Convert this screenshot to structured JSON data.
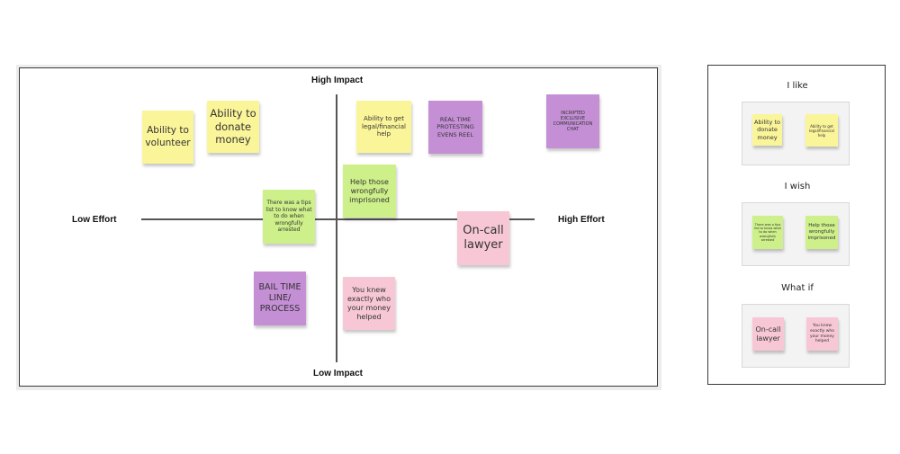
{
  "matrix": {
    "axis_labels": {
      "top": "High Impact",
      "bottom": "Low Impact",
      "left": "Low Effort",
      "right": "High Effort"
    },
    "notes": [
      {
        "id": "ability-to-volunteer",
        "text": "Ability to volunteer",
        "color": "yellow"
      },
      {
        "id": "ability-to-donate-money",
        "text": "Ability to donate money",
        "color": "yellow"
      },
      {
        "id": "ability-legal-help",
        "text": "Ability to get legal/financial help",
        "color": "yellow"
      },
      {
        "id": "real-time-protesting",
        "text": "REAL TIME PROTESTING EVENS REEL",
        "color": "purple"
      },
      {
        "id": "incripted-chat",
        "text": "INCRIPTED EXCLUSIVE COMMUNICATION CHAT",
        "color": "purple"
      },
      {
        "id": "help-wrongfully-imprisoned",
        "text": "Help those wrongfully imprisoned",
        "color": "green"
      },
      {
        "id": "tips-list",
        "text": "There was a tips list to know what to do when wrongfully arrested",
        "color": "green"
      },
      {
        "id": "on-call-lawyer",
        "text": "On-call lawyer",
        "color": "pink"
      },
      {
        "id": "bail-time-line",
        "text": "BAIL TIME LINE/ PROCESS",
        "color": "purple"
      },
      {
        "id": "money-helped",
        "text": "You knew exactly who your money helped",
        "color": "pink"
      }
    ]
  },
  "sidebar": {
    "sections": [
      {
        "title": "I like",
        "notes": [
          {
            "text": "Ability to donate money",
            "color": "yellow"
          },
          {
            "text": "Ability to get legal/financial help",
            "color": "yellow"
          }
        ]
      },
      {
        "title": "I wish",
        "notes": [
          {
            "text": "There was a tips list to know what to do when wrongfully arrested",
            "color": "green"
          },
          {
            "text": "Help those wrongfully imprisoned",
            "color": "green"
          }
        ]
      },
      {
        "title": "What if",
        "notes": [
          {
            "text": "On-call lawyer",
            "color": "pink"
          },
          {
            "text": "You knew exactly who your money helped",
            "color": "pink"
          }
        ]
      }
    ]
  },
  "colors": {
    "yellow": "#fbf59a",
    "green": "#cdf08a",
    "purple": "#c58fd6",
    "pink": "#f7c7d6",
    "frame_border": "#3a3a3a",
    "axis": "#555555"
  }
}
